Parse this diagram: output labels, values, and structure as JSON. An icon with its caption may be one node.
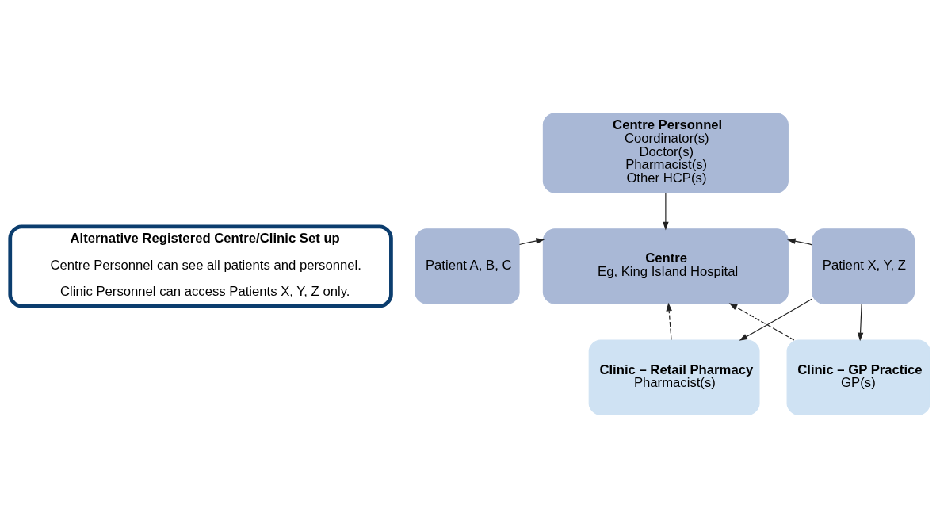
{
  "diagram": {
    "nodes": [
      {
        "text": [
          "Alternative Registered Centre/Clinic Set up",
          "Centre Personnel can see all patients and personnel.",
          "Clinic Personnel can access Patients X, Y, Z only."
        ]
      },
      {
        "text": [
          "Centre Personnel",
          "Coordinator(s)",
          "Doctor(s)",
          "Pharmacist(s)",
          "Other HCP(s)"
        ]
      },
      {
        "text": [
          "Patient A, B, C"
        ]
      },
      {
        "text": [
          "Centre",
          "Eg, King Island Hospital"
        ]
      },
      {
        "text": [
          "Patient X, Y, Z"
        ]
      },
      {
        "text": [
          "Clinic – Retail Pharmacy",
          "Pharmacist(s)"
        ]
      },
      {
        "text": [
          "Clinic – GP Practice",
          "GP(s)"
        ]
      }
    ],
    "edges": [
      {
        "from": 1,
        "to": 3,
        "arrow": "to"
      },
      {
        "from": 2,
        "to": 3,
        "arrow": "to"
      },
      {
        "from": 4,
        "to": 3,
        "arrow": "to"
      },
      {
        "from": 5,
        "to": 3,
        "arrow": "to",
        "style": "dashed"
      },
      {
        "from": 6,
        "to": 3,
        "arrow": "to",
        "style": "dashed"
      },
      {
        "from": 4,
        "to": 5,
        "arrow": "to"
      },
      {
        "from": 4,
        "to": 6,
        "arrow": "to"
      }
    ]
  }
}
